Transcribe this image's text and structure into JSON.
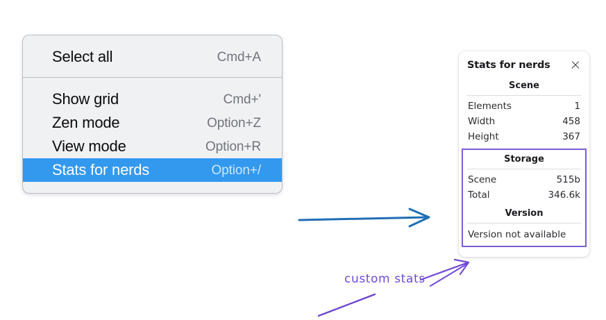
{
  "context_menu": {
    "name": "canvas-context-menu",
    "sections": [
      {
        "items": [
          {
            "label": "Select all",
            "shortcut": "Cmd+A",
            "selected": false
          }
        ]
      },
      {
        "items": [
          {
            "label": "Show grid",
            "shortcut": "Cmd+'",
            "selected": false
          },
          {
            "label": "Zen mode",
            "shortcut": "Option+Z",
            "selected": false
          },
          {
            "label": "View mode",
            "shortcut": "Option+R",
            "selected": false
          },
          {
            "label": "Stats for nerds",
            "shortcut": "Option+/",
            "selected": true
          }
        ]
      }
    ],
    "highlight_color": "#3399ef",
    "background_color": "#f0f1f3"
  },
  "stats_panel": {
    "title": "Stats for nerds",
    "close_icon": "close-icon",
    "scene": {
      "heading": "Scene",
      "rows": [
        {
          "key": "Elements",
          "value": "1"
        },
        {
          "key": "Width",
          "value": "458"
        },
        {
          "key": "Height",
          "value": "367"
        }
      ]
    },
    "storage": {
      "heading": "Storage",
      "rows": [
        {
          "key": "Scene",
          "value": "515b"
        },
        {
          "key": "Total",
          "value": "346.6k"
        }
      ]
    },
    "version": {
      "heading": "Version",
      "text": "Version not available"
    }
  },
  "annotations": {
    "label": "custom stats",
    "label_color": "#7149d6",
    "arrow_blue_color": "#1f6eb5",
    "arrow_purple_color": "#7149d6",
    "highlight_box_color": "#7b5bd6"
  }
}
